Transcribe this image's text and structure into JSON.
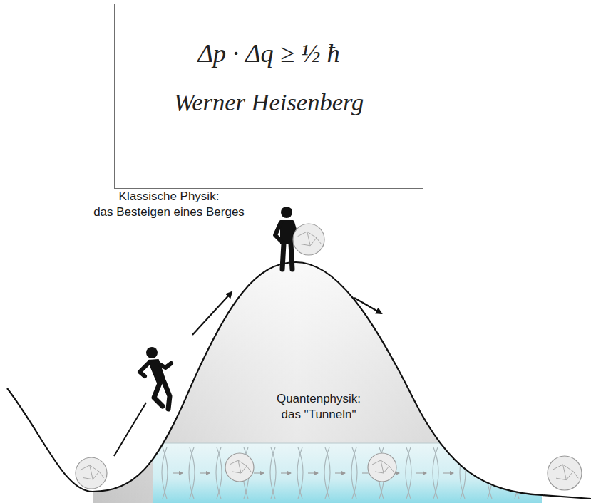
{
  "diagram": {
    "nodes": [
      {
        "text": [
          "Δp · Δq ≥ ½ ħ",
          "Werner Heisenberg"
        ]
      }
    ],
    "labels": [
      "Klassische Physik: das Besteigen eines Berges",
      "Quantenphysik: das \"Tunneln\""
    ]
  }
}
